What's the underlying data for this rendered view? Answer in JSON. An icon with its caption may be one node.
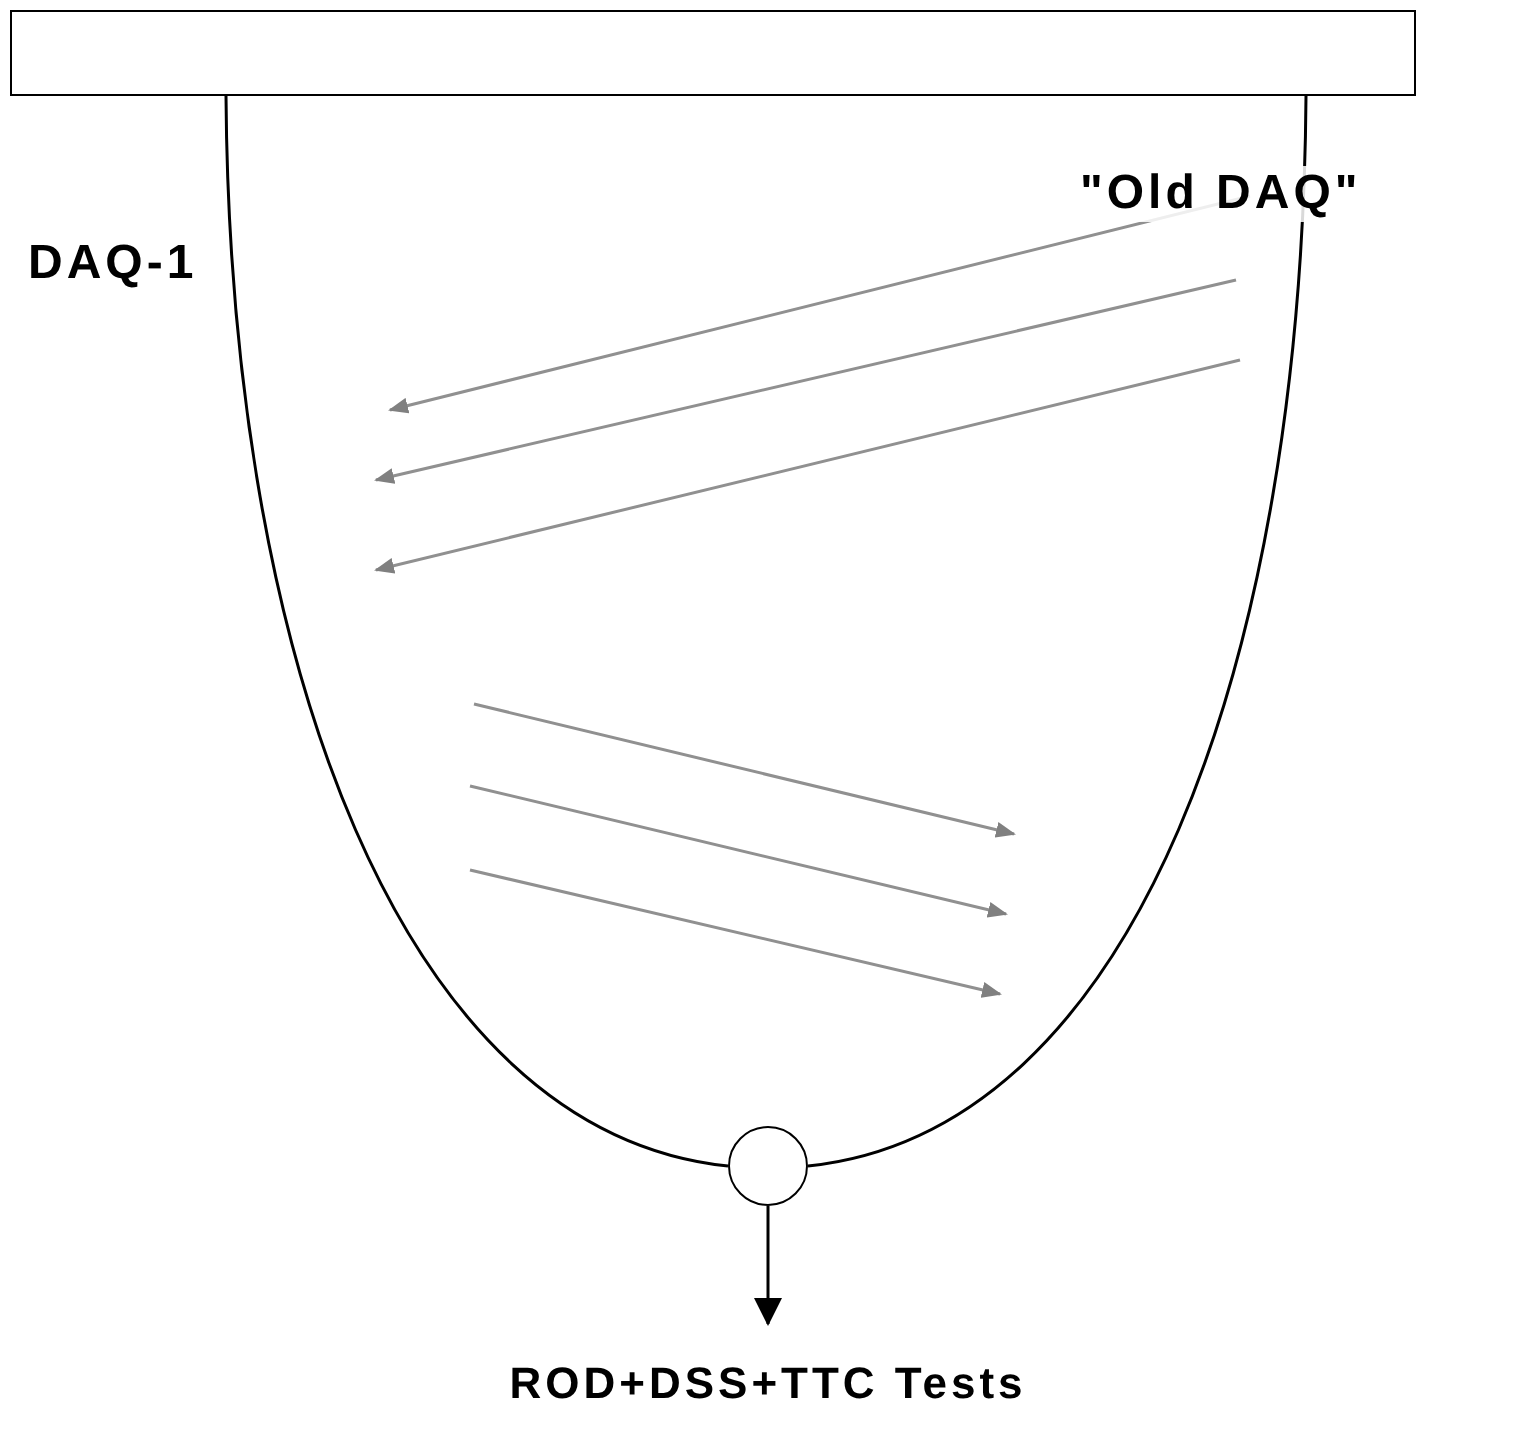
{
  "diagram": {
    "nodes": [
      {
        "text": [],
        "shape": "bar"
      },
      {
        "text": [],
        "shape": "circle"
      },
      {
        "text": [
          "ROD+DSS+TTC Tests"
        ]
      }
    ],
    "edges": [
      {
        "from": 0,
        "to": 1,
        "arrow": "none"
      },
      {
        "from": 0,
        "to": 1,
        "arrow": "none"
      },
      {
        "from": 1,
        "to": 2,
        "arrow": "to"
      }
    ],
    "labels": [
      "DAQ-1",
      "\"Old DAQ\""
    ]
  }
}
